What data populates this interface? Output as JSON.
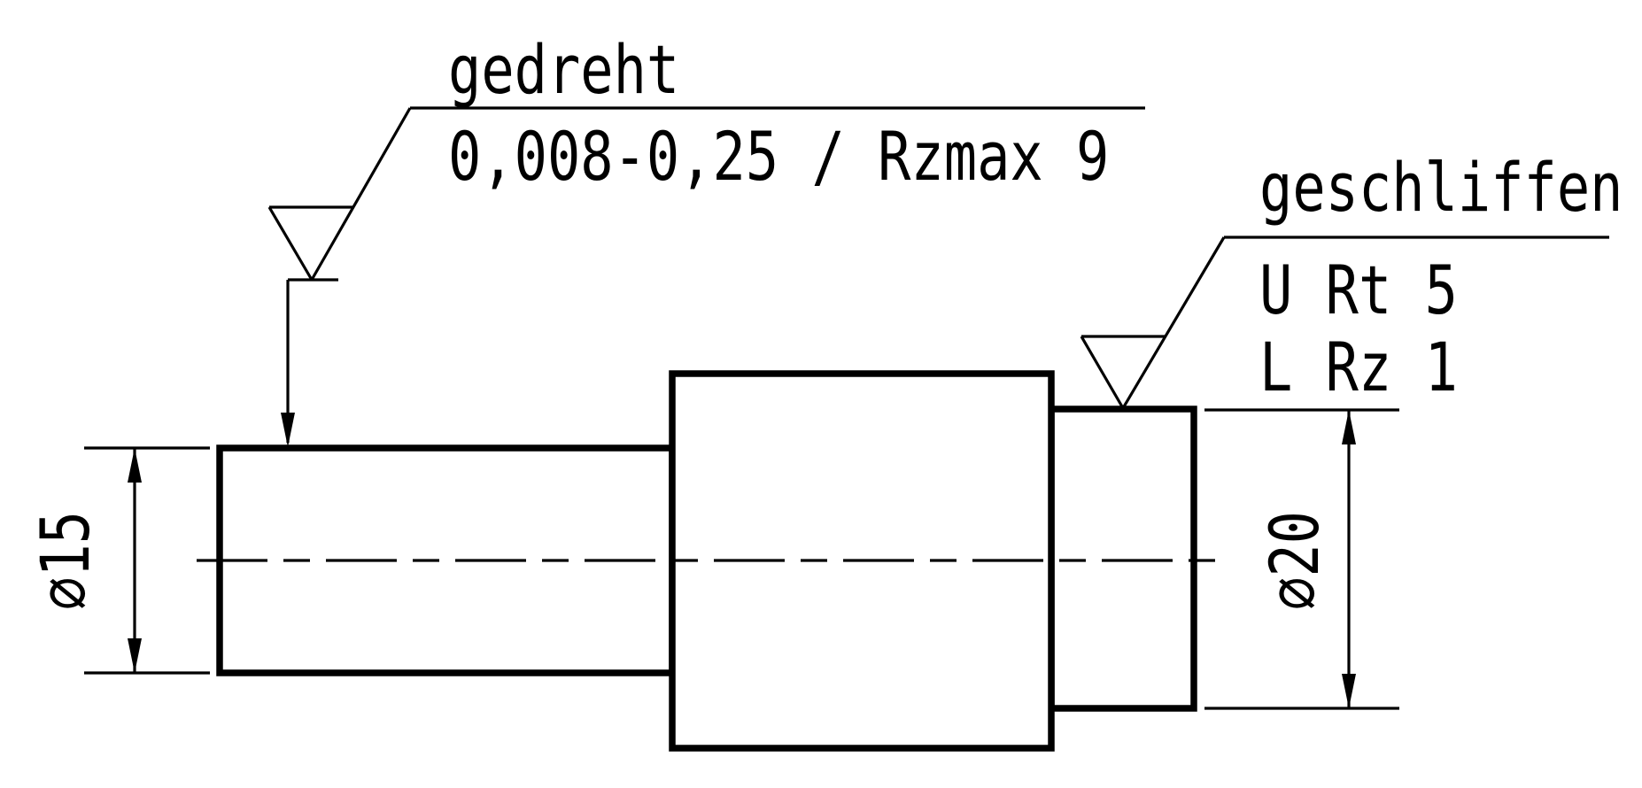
{
  "drawing": {
    "title": "shaft-surface-finish-drawing",
    "background_color": "#ffffff",
    "line_color": "#000000",
    "annotations": {
      "turned": {
        "process": "gedreht",
        "spec": "0,008-0,25 / Rzmax 9"
      },
      "ground": {
        "process": "geschliffen",
        "upper_limit": "U Rt 5",
        "lower_limit": "L Rz 1"
      }
    },
    "dimensions": {
      "left_diameter": "⌀15",
      "right_diameter": "⌀20"
    }
  }
}
